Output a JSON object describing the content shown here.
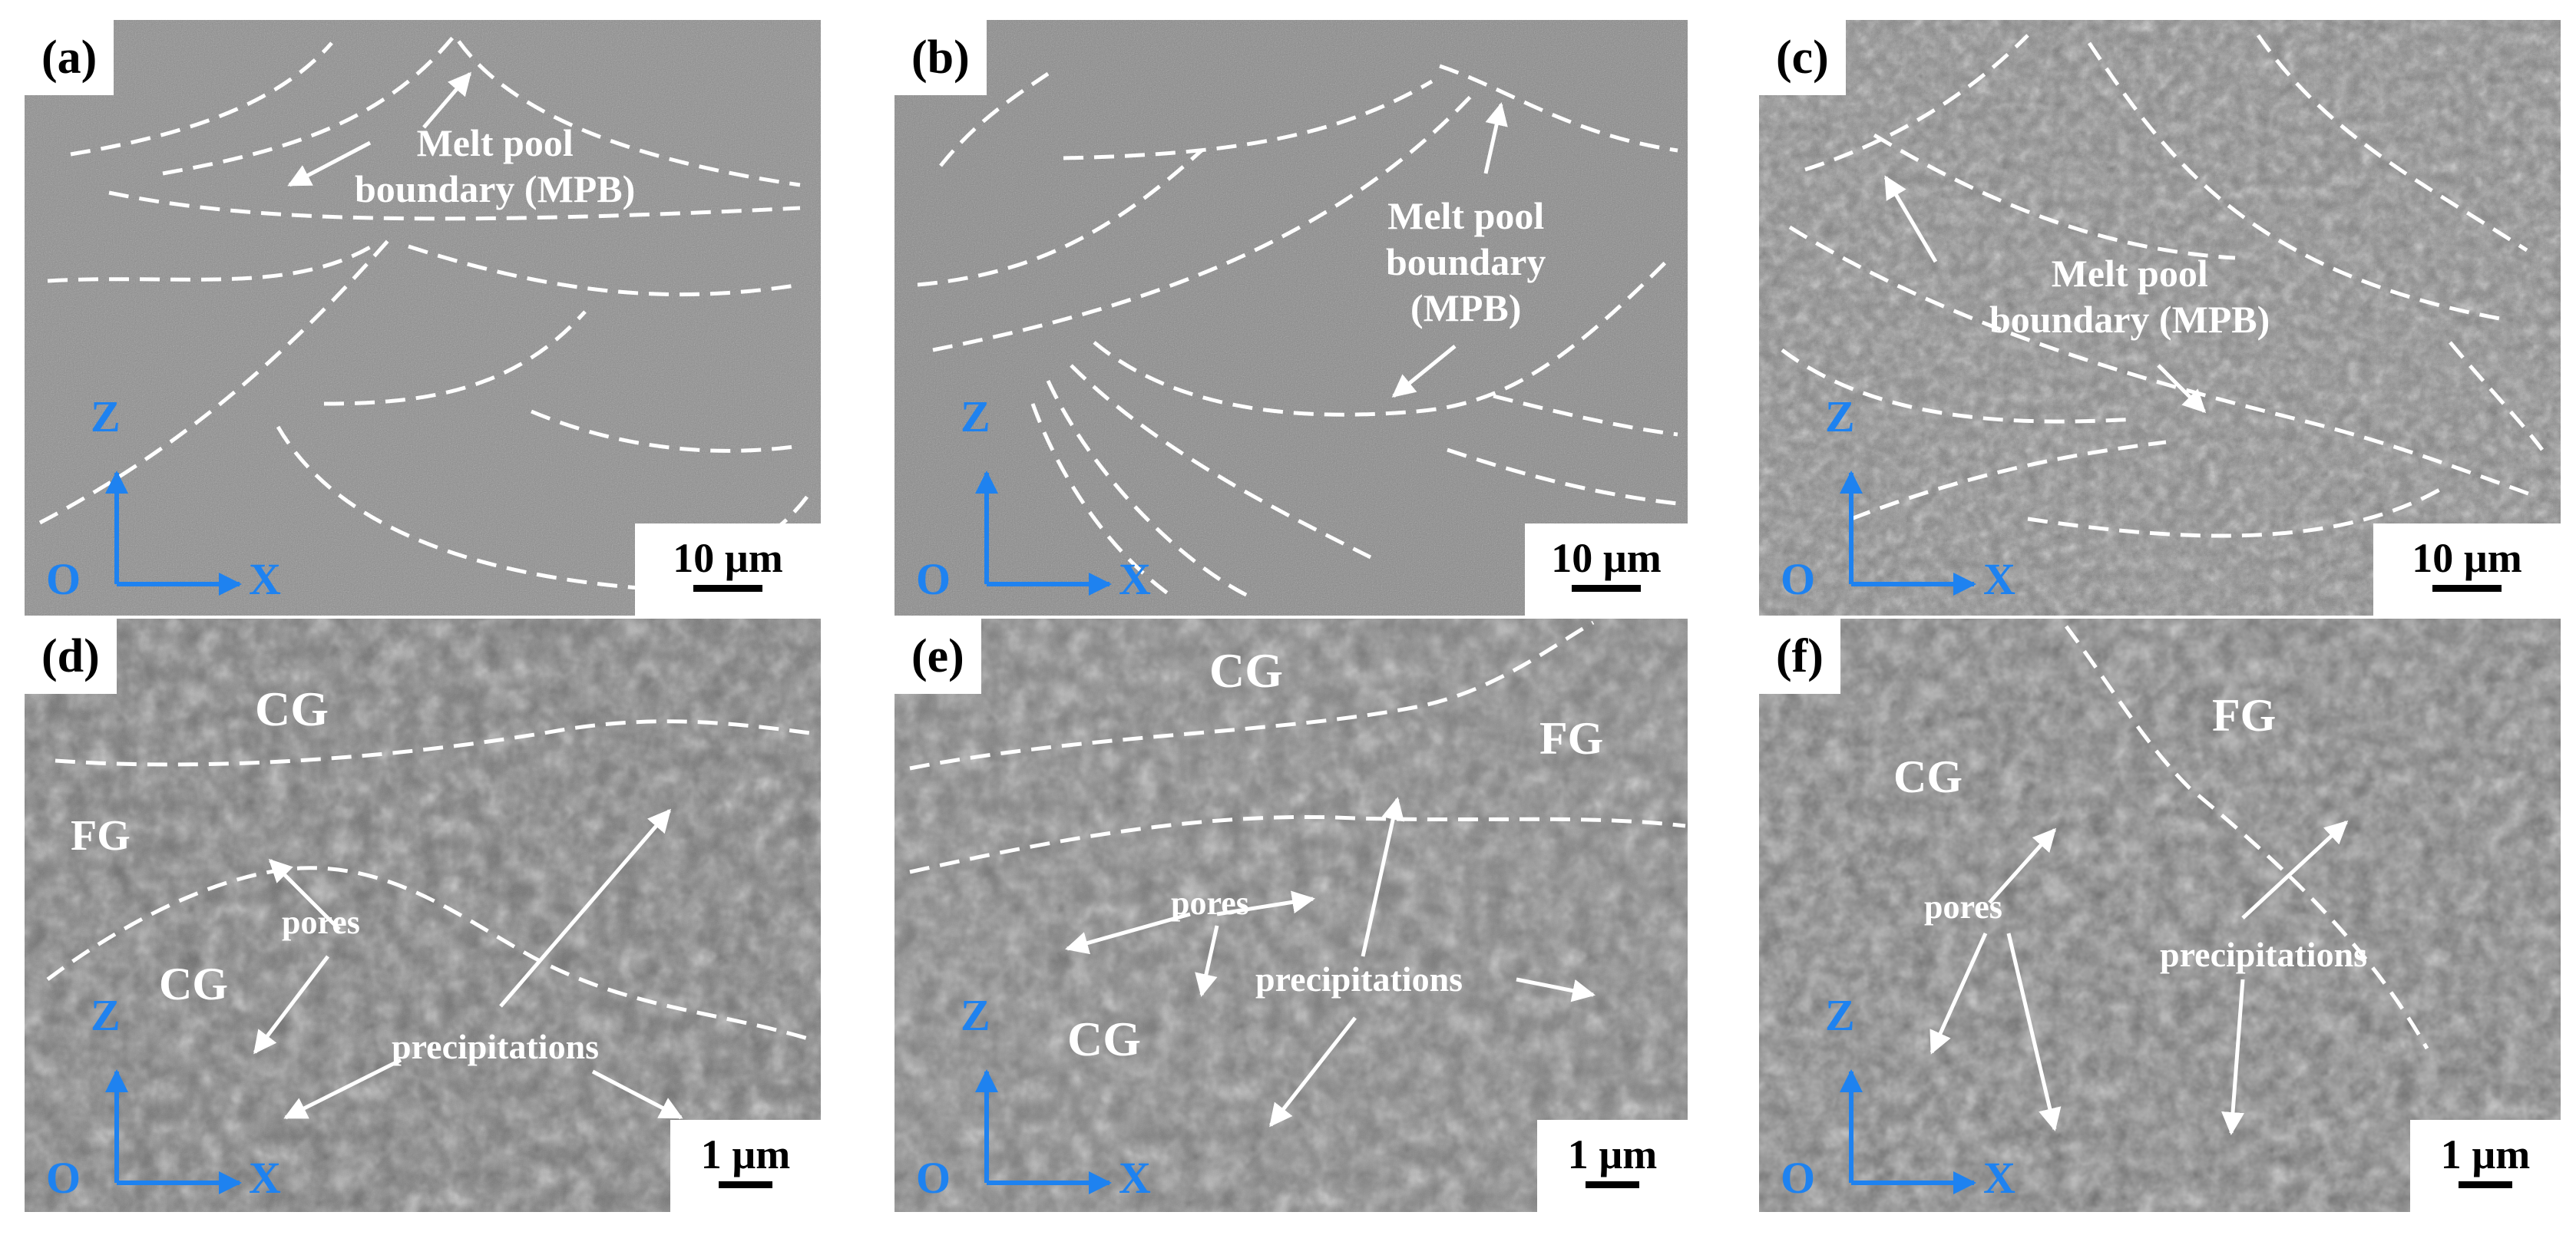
{
  "panels": [
    {
      "label": "(a)",
      "scale": "10 µm",
      "annotations": [
        "Melt pool",
        "boundary (MPB)"
      ]
    },
    {
      "label": "(b)",
      "scale": "10 µm",
      "annotations": [
        "Melt pool",
        "boundary",
        "(MPB)"
      ]
    },
    {
      "label": "(c)",
      "scale": "10 µm",
      "annotations": [
        "Melt pool",
        "boundary (MPB)"
      ]
    },
    {
      "label": "(d)",
      "scale": "1 µm",
      "annotations": [
        "CG",
        "FG",
        "pores",
        "CG",
        "precipitations"
      ]
    },
    {
      "label": "(e)",
      "scale": "1 µm",
      "annotations": [
        "CG",
        "FG",
        "pores",
        "precipitations",
        "CG"
      ]
    },
    {
      "label": "(f)",
      "scale": "1 µm",
      "annotations": [
        "FG",
        "CG",
        "pores",
        "precipitations"
      ]
    }
  ],
  "axes": {
    "z": "Z",
    "origin": "O",
    "x": "X"
  },
  "colors": {
    "axis": "#1e82f0",
    "annotation": "#ffffff",
    "lines": "#ffffff"
  }
}
